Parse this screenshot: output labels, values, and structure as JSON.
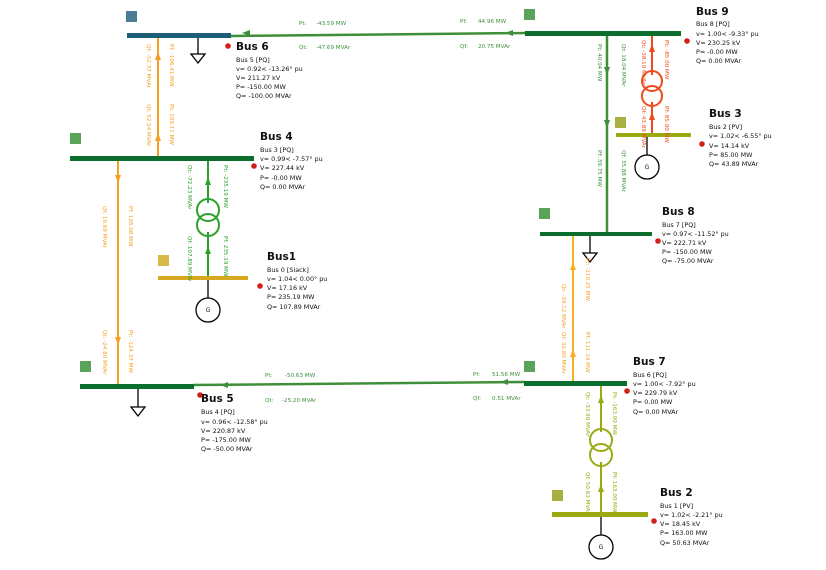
{
  "colors": {
    "green": "#3f8f3a",
    "bright_green": "#2aa12a",
    "orange": "#f5a020",
    "red_orange": "#f04a1a",
    "olive": "#9aaa10",
    "gold": "#d8a820",
    "dark_green_bus": "#0c6e2c",
    "teal_bus": "#1b5e78",
    "red_dot": "#d0201a",
    "square_green": "#5aa35a",
    "square_teal": "#4a7d95",
    "square_olive": "#a8b040",
    "square_gold": "#d8b848"
  },
  "buses": [
    {
      "id": "bus6",
      "title": "Bus 6",
      "info": [
        "Bus 5 [PQ]",
        "v= 0.92< -13.26° pu",
        "V= 211.27 kV",
        "P= -150.00 MW",
        "Q= -100.00 MVAr"
      ]
    },
    {
      "id": "bus9",
      "title": "Bus 9",
      "info": [
        "Bus 8 [PQ]",
        "v= 1.00< -9.33° pu",
        "V= 230.25 kV",
        "P= -0.00 MW",
        "Q= 0.00 MVAr"
      ]
    },
    {
      "id": "bus3",
      "title": "Bus 3",
      "info": [
        "Bus 2 [PV]",
        "v= 1.02< -6.55° pu",
        "V= 14.14 kV",
        "P= 85.00 MW",
        "Q= 43.89 MVAr"
      ]
    },
    {
      "id": "bus4",
      "title": "Bus 4",
      "info": [
        "Bus 3 [PQ]",
        "v= 0.99< -7.57° pu",
        "V= 227.44 kV",
        "P= -0.00 MW",
        "Q= 0.00 MVAr"
      ]
    },
    {
      "id": "bus8",
      "title": "Bus 8",
      "info": [
        "Bus 7 [PQ]",
        "v= 0.97< -11.52° pu",
        "V= 222.71 kV",
        "P= -150.00 MW",
        "Q= -75.00 MVAr"
      ]
    },
    {
      "id": "bus1",
      "title": "Bus1",
      "info": [
        "Bus 0 [Slack]",
        "v= 1.04< 0.00° pu",
        "V= 17.16 kV",
        "P= 235.19 MW",
        "Q= 107.89 MVAr"
      ]
    },
    {
      "id": "bus5",
      "title": "Bus 5",
      "info": [
        "Bus 4 [PQ]",
        "v= 0.96< -12.58° pu",
        "V= 220.87 kV",
        "P= -175.00 MW",
        "Q= -50.00 MVAr"
      ]
    },
    {
      "id": "bus7",
      "title": "Bus 7",
      "info": [
        "Bus 6 [PQ]",
        "v= 1.00< -7.92° pu",
        "V= 229.79 kV",
        "P= 0.00 MW",
        "Q= 0.00 MVAr"
      ]
    },
    {
      "id": "bus2",
      "title": "Bus 2",
      "info": [
        "Bus 1 [PV]",
        "v= 1.02< -2.21° pu",
        "V= 18.45 kV",
        "P= 163.00 MW",
        "Q= 50.63 MVAr"
      ]
    }
  ],
  "flows": {
    "l69_pt": "Pt:",
    "l69_pt_val": "-43.59 MW",
    "l69_qt": "Qt:",
    "l69_qt_val": "-47.69 MVAr",
    "l69_pf": "Pf:",
    "l69_pf_val": "44.96 MW",
    "l69_qf": "Qf:",
    "l69_qf_val": "20.75 MVAr",
    "l46_qf": "Qf: -52.37 MVAr",
    "l46_pf": "Pf: -106.41 MW",
    "l46_qt": "Qt: 52.54 MVAr",
    "l46_pt": "Pt: 109.11 MW",
    "l98_pt": "Pt: 40.04 MW",
    "l98_qt": "Qt: 18.04 MVAr",
    "l98_pf": "Pf: 39.75 MW",
    "l98_qf": "Qf: 35.88 MVAr",
    "t93_qt": "Qt: -38.10 MVAr",
    "t93_pt": "Pt: -85.00 MW",
    "t93_qf": "Qf: 43.89 MVAr",
    "t93_pf": "Pf: 85.00 MW",
    "t14_qt": "Qt: -72.23 MVAr",
    "t14_pt": "Pt: -235.19 MW",
    "t14_qf": "Qf: 107.89 MVAr",
    "t14_pf": "Pf: 235.19 MW",
    "l45_qf": "Qf: 19.69 MVAr",
    "l45_pf": "Pf: 126.08 MW",
    "l45_qt": "Qt: -24.80 MVAr",
    "l45_pt": "Pt: -124.37 MW",
    "l87_pt": "Pt: -110.25 MW",
    "l87_qt": "Qt: -39.12 MVAr",
    "l87_qf": "Qf: 32.80 MVAr",
    "l87_pf": "Pf: 111.14 MW",
    "l57_pt": "Pt:",
    "l57_pt_val": "-50.63 MW",
    "l57_qt": "Qt:",
    "l57_qt_val": "-25.20 MVAr",
    "l57_pf": "Pf:",
    "l57_pf_val": "51.56 MW",
    "l57_qf": "Qf:",
    "l57_qf_val": "0.51 MVAr",
    "t72_qt": "Qt: -33.90 MVAr",
    "t72_pt": "Pt: -163.00 MW",
    "t72_qf": "Qf: 50.63 MVAr",
    "t72_pf": "Pf: 163.00 MW"
  },
  "generators": {
    "g_label": "G"
  }
}
